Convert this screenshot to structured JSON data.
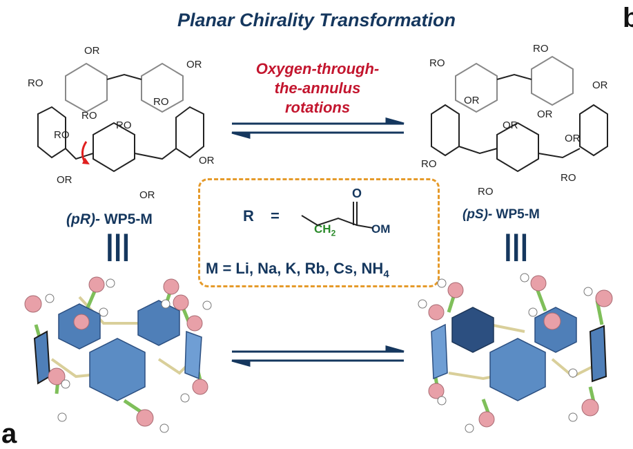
{
  "title": "Planar Chirality Transformation",
  "panel_labels": {
    "right_panel": "b",
    "bottom_left": "a"
  },
  "process_label": [
    "Oxygen-through-",
    "the-annulus",
    "rotations"
  ],
  "isomers": {
    "left": {
      "prefix": "(pR)-",
      "name": "WP5-M"
    },
    "right": {
      "prefix": "(pS)-",
      "name": "WP5-M"
    }
  },
  "identity_symbol": "|||",
  "substituent": {
    "r_label": "R",
    "equals": "=",
    "carbonyl_o": "O",
    "ch2_main": "CH",
    "ch2_sub": "2",
    "om_label": "OM",
    "m_prefix": "M = Li, Na, K, Rb, Cs, NH",
    "m_sub": "4"
  },
  "structure_labels": {
    "or": "OR",
    "ro": "RO"
  },
  "colors": {
    "title": "#15375e",
    "process_text": "#c3152e",
    "arrow": "#15375e",
    "box_border": "#e59a2a",
    "ch2_green": "#2a8a2a",
    "hexagon": "#4f7fb8",
    "hexagon_dark": "#2c4f80",
    "sphere": "#e8a0a8",
    "rotation_arrow": "#e0201f"
  },
  "icons": [
    "equilibrium-arrow",
    "rotation-arrow-icon",
    "positive-charge-icon",
    "negative-charge-icon"
  ]
}
